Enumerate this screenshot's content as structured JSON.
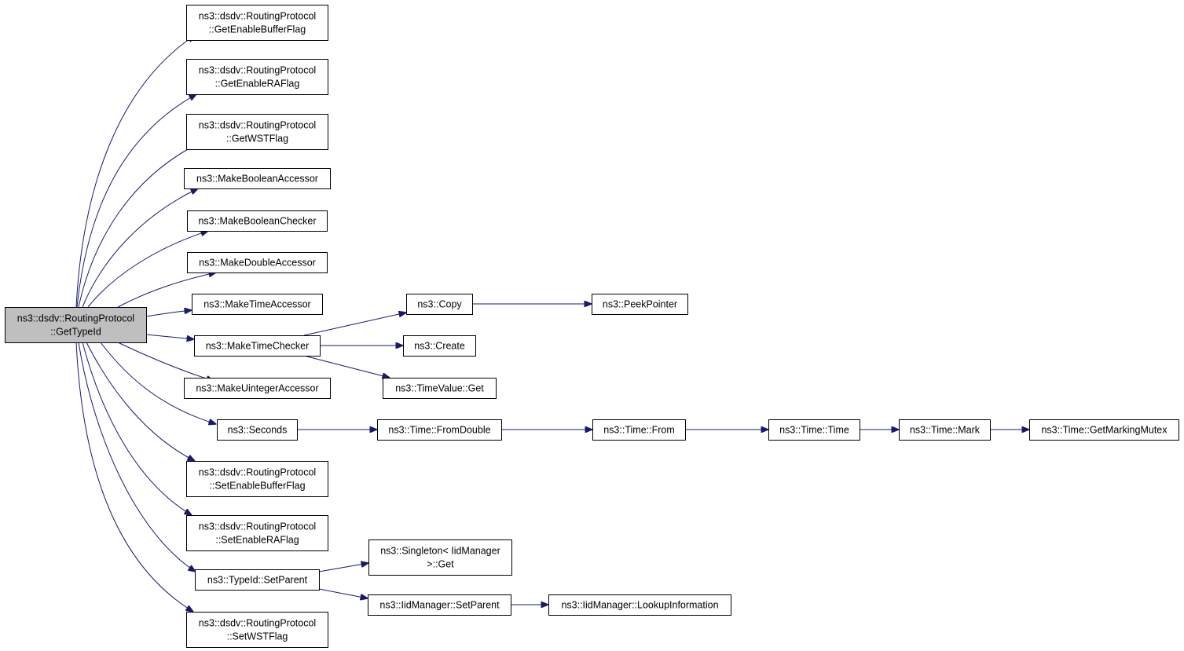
{
  "nodes": {
    "root": {
      "lines": [
        "ns3::dsdv::RoutingProtocol",
        "::GetTypeId"
      ]
    },
    "get_enable_buffer": {
      "lines": [
        "ns3::dsdv::RoutingProtocol",
        "::GetEnableBufferFlag"
      ]
    },
    "get_enable_ra": {
      "lines": [
        "ns3::dsdv::RoutingProtocol",
        "::GetEnableRAFlag"
      ]
    },
    "get_wst": {
      "lines": [
        "ns3::dsdv::RoutingProtocol",
        "::GetWSTFlag"
      ]
    },
    "make_boolean_accessor": {
      "lines": [
        "ns3::MakeBooleanAccessor"
      ]
    },
    "make_boolean_checker": {
      "lines": [
        "ns3::MakeBooleanChecker"
      ]
    },
    "make_double_accessor": {
      "lines": [
        "ns3::MakeDoubleAccessor"
      ]
    },
    "make_time_accessor": {
      "lines": [
        "ns3::MakeTimeAccessor"
      ]
    },
    "make_time_checker": {
      "lines": [
        "ns3::MakeTimeChecker"
      ]
    },
    "make_uinteger_accessor": {
      "lines": [
        "ns3::MakeUintegerAccessor"
      ]
    },
    "seconds": {
      "lines": [
        "ns3::Seconds"
      ]
    },
    "set_enable_buffer": {
      "lines": [
        "ns3::dsdv::RoutingProtocol",
        "::SetEnableBufferFlag"
      ]
    },
    "set_enable_ra": {
      "lines": [
        "ns3::dsdv::RoutingProtocol",
        "::SetEnableRAFlag"
      ]
    },
    "typeid_set_parent": {
      "lines": [
        "ns3::TypeId::SetParent"
      ]
    },
    "set_wst": {
      "lines": [
        "ns3::dsdv::RoutingProtocol",
        "::SetWSTFlag"
      ]
    },
    "copy": {
      "lines": [
        "ns3::Copy"
      ]
    },
    "peek_pointer": {
      "lines": [
        "ns3::PeekPointer"
      ]
    },
    "create": {
      "lines": [
        "ns3::Create"
      ]
    },
    "timevalue_get": {
      "lines": [
        "ns3::TimeValue::Get"
      ]
    },
    "time_from_double": {
      "lines": [
        "ns3::Time::FromDouble"
      ]
    },
    "time_from": {
      "lines": [
        "ns3::Time::From"
      ]
    },
    "time_time": {
      "lines": [
        "ns3::Time::Time"
      ]
    },
    "time_mark": {
      "lines": [
        "ns3::Time::Mark"
      ]
    },
    "time_get_marking_mutex": {
      "lines": [
        "ns3::Time::GetMarkingMutex"
      ]
    },
    "singleton_get": {
      "lines": [
        "ns3::Singleton< IidManager",
        ">::Get"
      ]
    },
    "iid_set_parent": {
      "lines": [
        "ns3::IidManager::SetParent"
      ]
    },
    "iid_lookup": {
      "lines": [
        "ns3::IidManager::LookupInformation"
      ]
    }
  },
  "edges": [
    [
      "root",
      "get_enable_buffer"
    ],
    [
      "root",
      "get_enable_ra"
    ],
    [
      "root",
      "get_wst"
    ],
    [
      "root",
      "make_boolean_accessor"
    ],
    [
      "root",
      "make_boolean_checker"
    ],
    [
      "root",
      "make_double_accessor"
    ],
    [
      "root",
      "make_time_accessor"
    ],
    [
      "root",
      "make_time_checker"
    ],
    [
      "root",
      "make_uinteger_accessor"
    ],
    [
      "root",
      "seconds"
    ],
    [
      "root",
      "set_enable_buffer"
    ],
    [
      "root",
      "set_enable_ra"
    ],
    [
      "root",
      "typeid_set_parent"
    ],
    [
      "root",
      "set_wst"
    ],
    [
      "make_time_checker",
      "copy"
    ],
    [
      "make_time_checker",
      "create"
    ],
    [
      "make_time_checker",
      "timevalue_get"
    ],
    [
      "copy",
      "peek_pointer"
    ],
    [
      "seconds",
      "time_from_double"
    ],
    [
      "time_from_double",
      "time_from"
    ],
    [
      "time_from",
      "time_time"
    ],
    [
      "time_time",
      "time_mark"
    ],
    [
      "time_mark",
      "time_get_marking_mutex"
    ],
    [
      "typeid_set_parent",
      "singleton_get"
    ],
    [
      "typeid_set_parent",
      "iid_set_parent"
    ],
    [
      "iid_set_parent",
      "iid_lookup"
    ]
  ],
  "colors": {
    "edge": "#191970",
    "focus_fill": "#bfbfbf",
    "node_fill": "#ffffff",
    "node_border": "#000000"
  }
}
